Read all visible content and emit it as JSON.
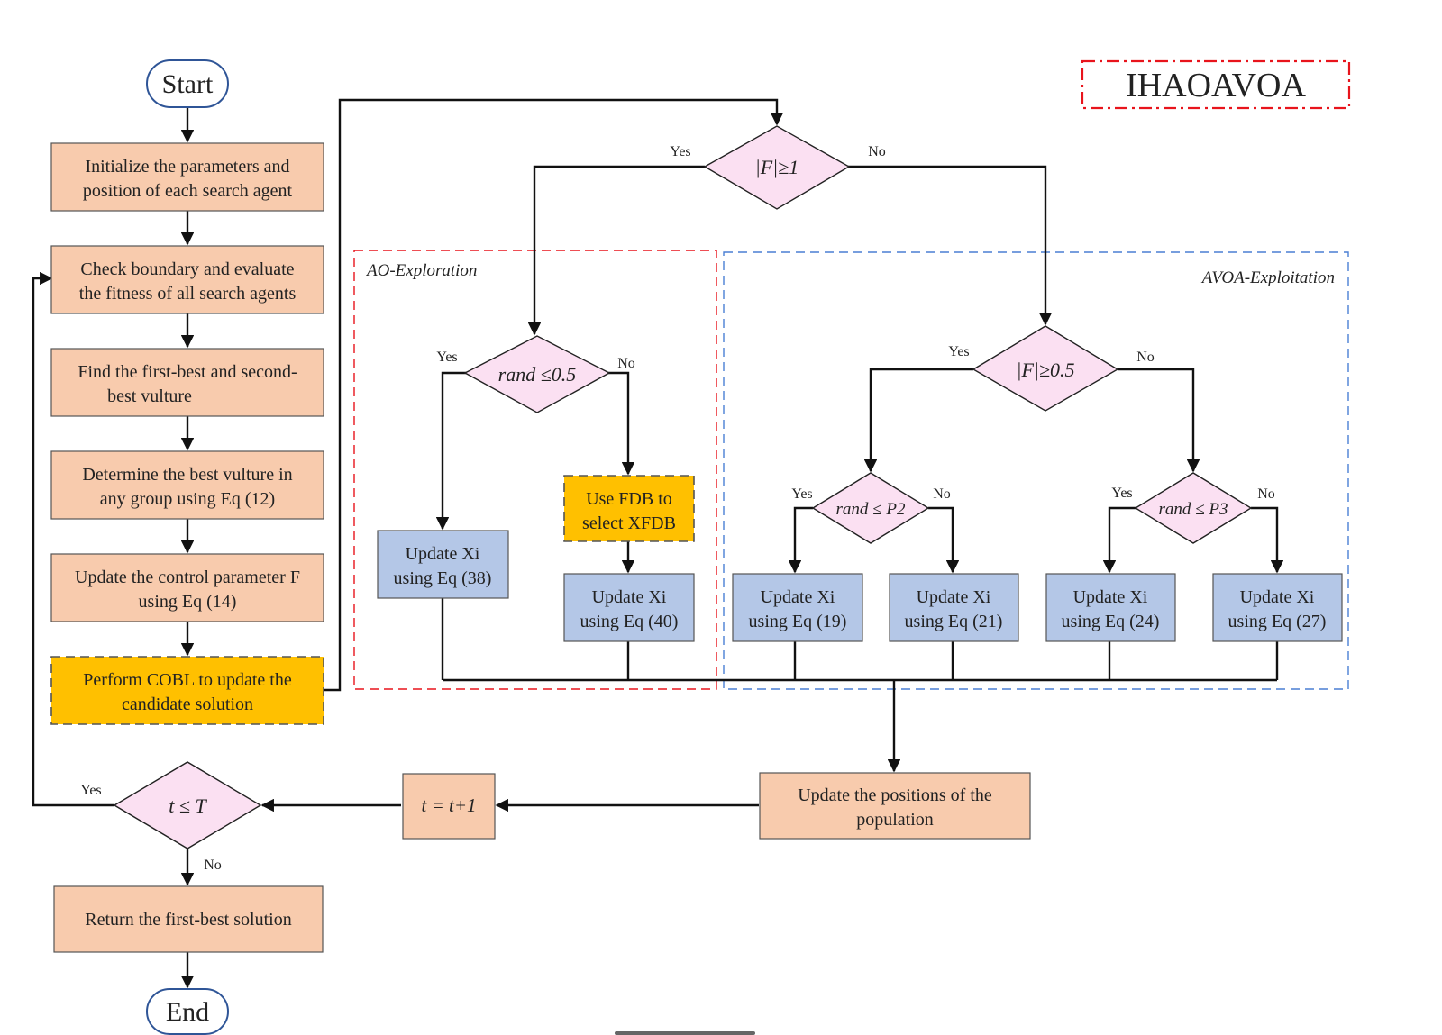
{
  "title": "IHAOAVOA",
  "colors": {
    "process_fill": "#f8cbad",
    "update_fill": "#b4c7e7",
    "highlight_fill": "#ffc000",
    "decision_fill": "#fbe0f2",
    "terminal_stroke": "#2f5597",
    "title_border": "#e8141c",
    "ao_region_border": "#e8141c",
    "avoa_region_border": "#4a7fd4"
  },
  "regions": {
    "ao": "AO-Exploration",
    "avoa": "AVOA-Exploitation"
  },
  "nodes": {
    "start": "Start",
    "end": "End",
    "init": [
      "Initialize the parameters and",
      "position of each search agent"
    ],
    "check": [
      "Check boundary and evaluate",
      "the fitness of all search agents"
    ],
    "find": [
      "Find the first-best and second-",
      "best vulture"
    ],
    "determine": [
      "Determine the best vulture in",
      "any group using Eq (12)"
    ],
    "update_f": [
      "Update the control parameter F",
      "using Eq (14)"
    ],
    "cobl": [
      "Perform COBL to update the",
      "candidate solution"
    ],
    "ret": "Return the first-best solution",
    "t_inc": "t = t+1",
    "update_pop": [
      "Update the positions of the",
      "population"
    ],
    "fdb": [
      "Use FDB to",
      "select XFDB"
    ],
    "upd38": [
      "Update Xi",
      "using Eq (38)"
    ],
    "upd40": [
      "Update Xi",
      "using Eq (40)"
    ],
    "upd19": [
      "Update Xi",
      "using Eq (19)"
    ],
    "upd21": [
      "Update Xi",
      "using Eq (21)"
    ],
    "upd24": [
      "Update Xi",
      "using Eq (24)"
    ],
    "upd27": [
      "Update Xi",
      "using Eq (27)"
    ]
  },
  "decisions": {
    "f1": "|F|≥1",
    "rand05": "rand ≤0.5",
    "f05": "|F|≥0.5",
    "p2": "rand ≤ P2",
    "p3": "rand ≤ P3",
    "tT": "t ≤ T"
  },
  "edge_labels": {
    "yes": "Yes",
    "no": "No"
  }
}
